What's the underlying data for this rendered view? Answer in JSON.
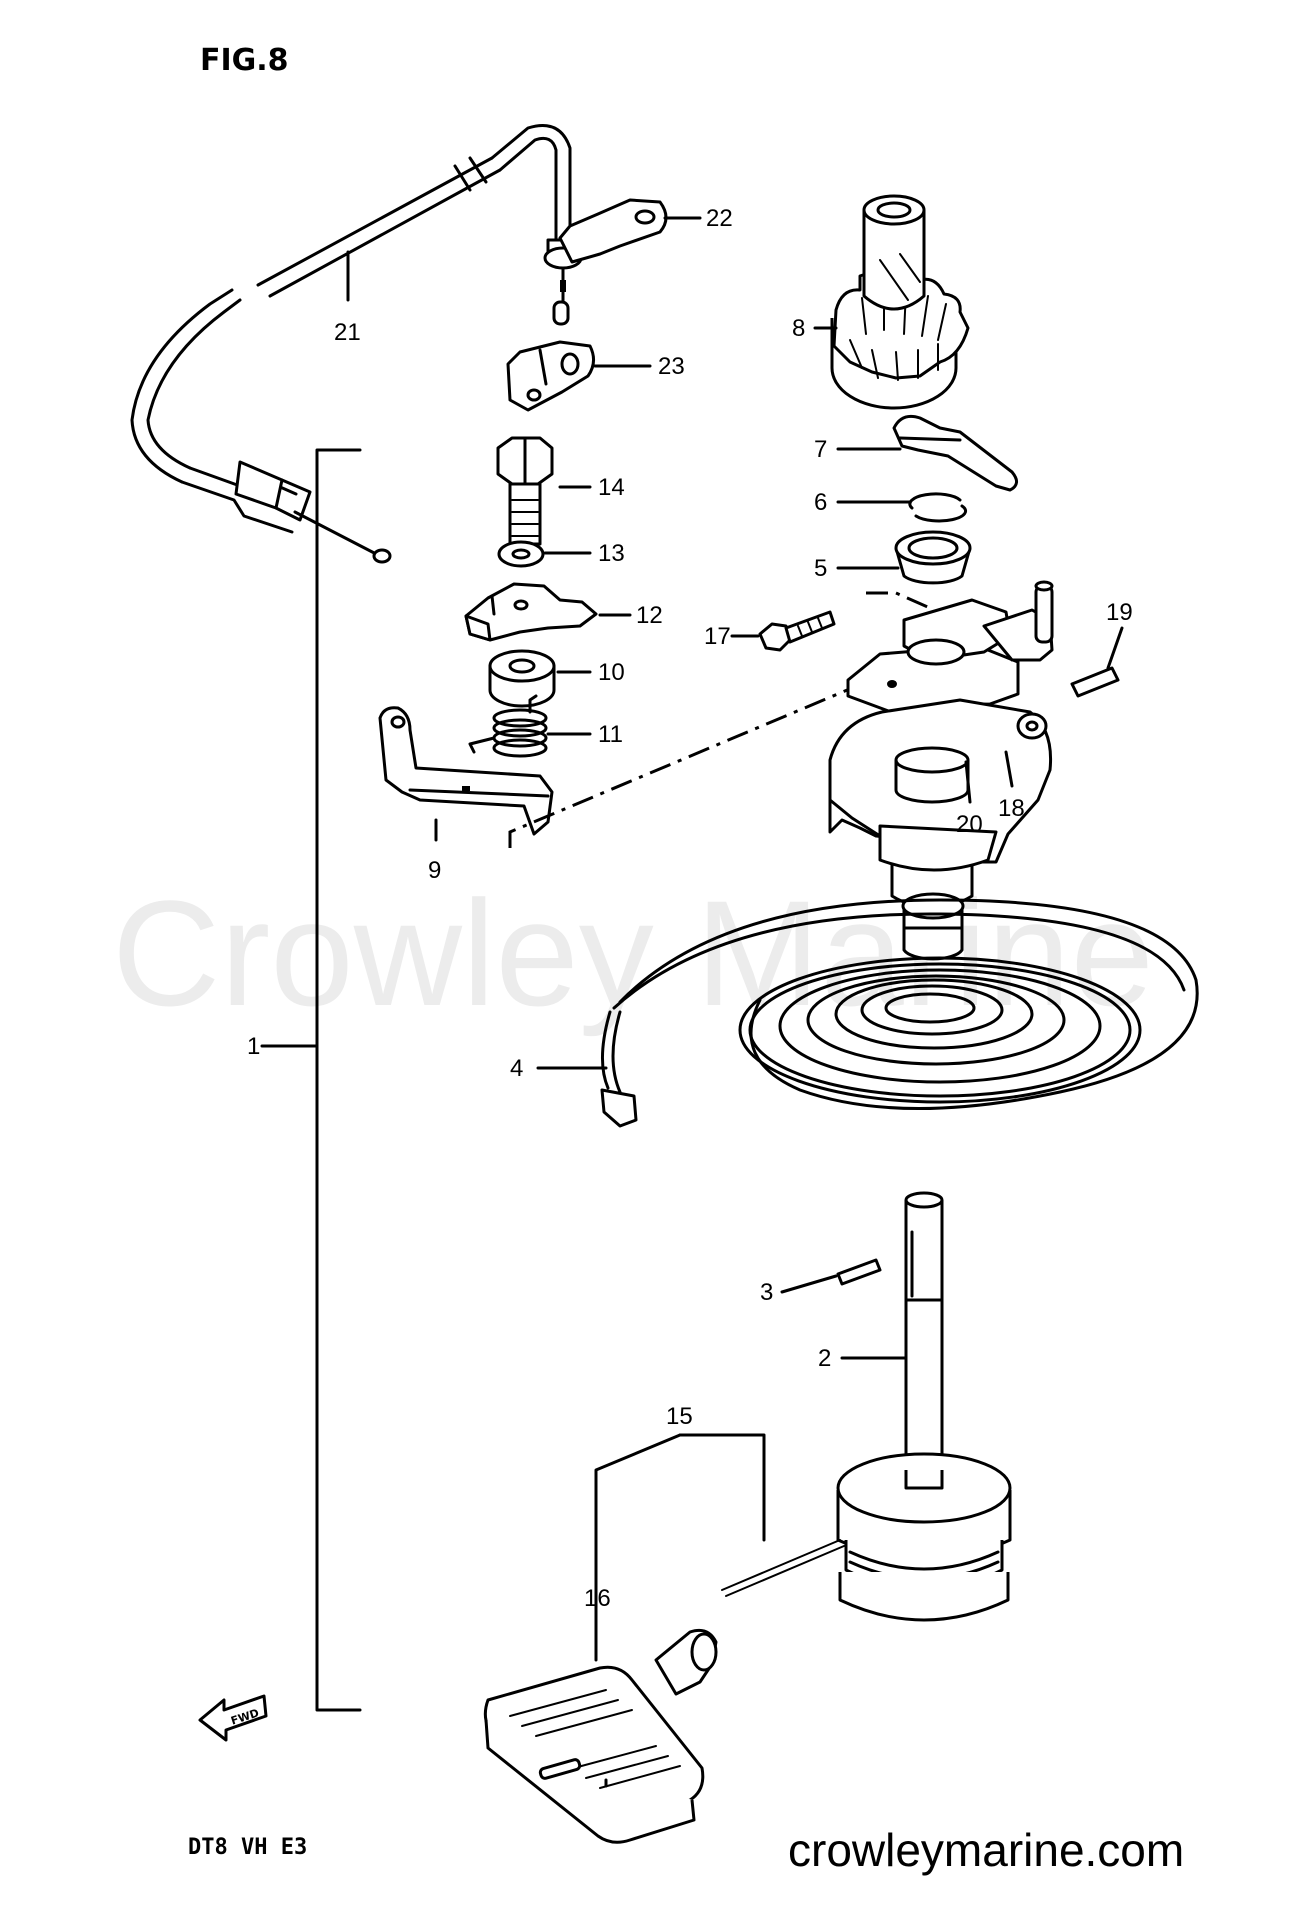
{
  "figure": {
    "title": "FIG.8",
    "model_code": "DT8 VH E3",
    "watermark": "Crowley Marine",
    "website": "crowleymarine.com",
    "fwd_label": "FWD"
  },
  "callouts": [
    "1",
    "2",
    "3",
    "4",
    "5",
    "6",
    "7",
    "8",
    "9",
    "10",
    "11",
    "12",
    "13",
    "14",
    "15",
    "16",
    "17",
    "18",
    "19",
    "20",
    "21",
    "22",
    "23"
  ]
}
